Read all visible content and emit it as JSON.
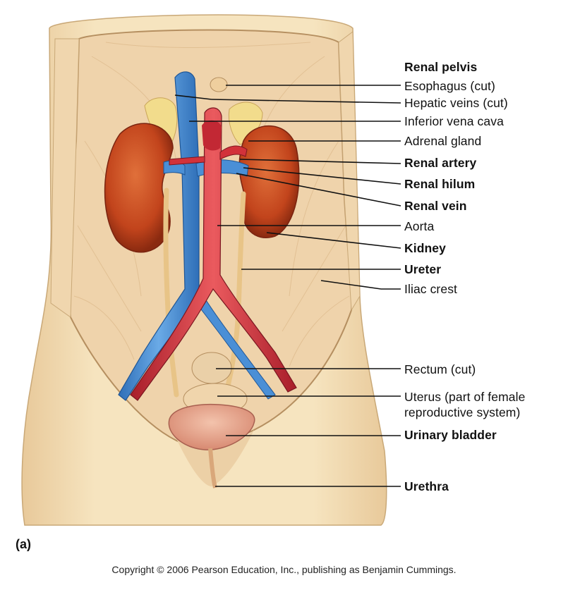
{
  "labels": [
    {
      "id": "renal-pelvis",
      "text": "Renal pelvis",
      "bold": true
    },
    {
      "id": "esophagus",
      "text": "Esophagus (cut)",
      "bold": false
    },
    {
      "id": "hepatic-veins",
      "text": "Hepatic veins (cut)",
      "bold": false
    },
    {
      "id": "inferior-vena-cava",
      "text": "Inferior vena cava",
      "bold": false
    },
    {
      "id": "adrenal-gland",
      "text": "Adrenal gland",
      "bold": false
    },
    {
      "id": "renal-artery",
      "text": "Renal artery",
      "bold": true
    },
    {
      "id": "renal-hilum",
      "text": "Renal hilum",
      "bold": true
    },
    {
      "id": "renal-vein",
      "text": "Renal vein",
      "bold": true
    },
    {
      "id": "aorta",
      "text": "Aorta",
      "bold": false
    },
    {
      "id": "kidney",
      "text": "Kidney",
      "bold": true
    },
    {
      "id": "ureter",
      "text": "Ureter",
      "bold": true
    },
    {
      "id": "iliac-crest",
      "text": "Iliac crest",
      "bold": false
    },
    {
      "id": "rectum",
      "text": "Rectum (cut)",
      "bold": false
    },
    {
      "id": "uterus",
      "text": "Uterus (part of female reproductive system)",
      "bold": false
    },
    {
      "id": "urinary-bladder",
      "text": "Urinary bladder",
      "bold": true
    },
    {
      "id": "urethra",
      "text": "Urethra",
      "bold": true
    }
  ],
  "panel_letter": "(a)",
  "copyright": "Copyright © 2006 Pearson Education, Inc., publishing as Benjamin Cummings.",
  "colors": {
    "skin": "#f4dfb6",
    "muscle": "#efd1a8",
    "kidney": "#c8461e",
    "vein_blue": "#4a8fd6",
    "artery_red": "#d2323a",
    "adrenal": "#f2dc8c",
    "ureter": "#e8c487",
    "bladder": "#e39a83",
    "leader_line": "#111111"
  }
}
